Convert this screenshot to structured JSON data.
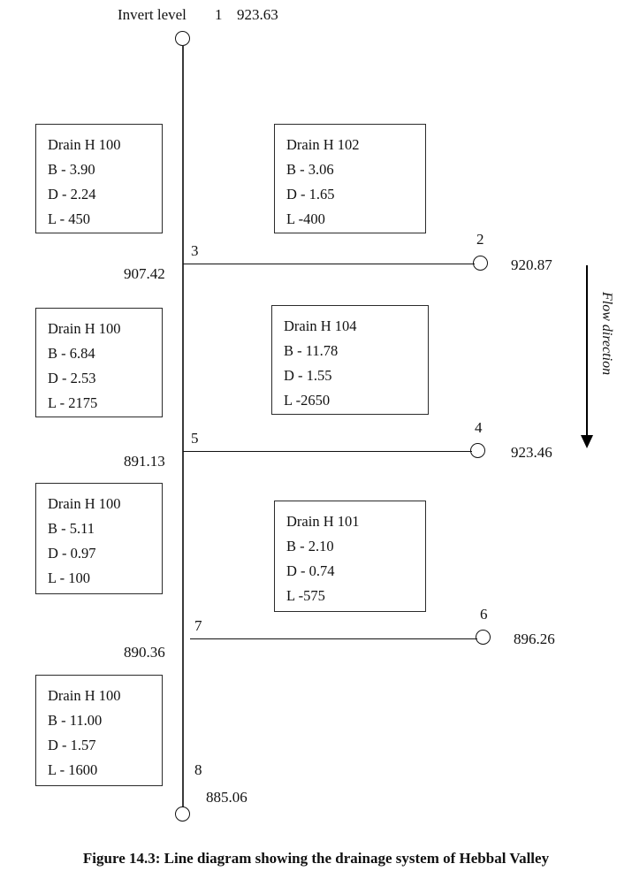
{
  "figure": {
    "caption": "Figure 14.3: Line diagram showing the drainage system of Hebbal  Valley",
    "header_label": "Invert level",
    "flow_direction_label": "Flow direction"
  },
  "trunk_nodes": [
    {
      "id": "1",
      "level": "923.63"
    },
    {
      "id": "3",
      "level": "907.42"
    },
    {
      "id": "5",
      "level": "891.13"
    },
    {
      "id": "7",
      "level": "890.36"
    },
    {
      "id": "8",
      "level": "885.06"
    }
  ],
  "branch_nodes": [
    {
      "id": "2",
      "level": "920.87"
    },
    {
      "id": "4",
      "level": "923.46"
    },
    {
      "id": "6",
      "level": "896.26"
    }
  ],
  "drain_boxes": [
    {
      "key": "left_1",
      "title": "Drain H 100",
      "b": "B - 3.90",
      "d": "D - 2.24",
      "l": "L - 450"
    },
    {
      "key": "right_1",
      "title": "Drain H 102",
      "b": "B - 3.06",
      "d": "D - 1.65",
      "l": "L -400"
    },
    {
      "key": "left_2",
      "title": "Drain H 100",
      "b": "B - 6.84",
      "d": "D - 2.53",
      "l": "L - 2175"
    },
    {
      "key": "right_2",
      "title": "Drain H 104",
      "b": "B - 11.78",
      "d": "D - 1.55",
      "l": "L -2650"
    },
    {
      "key": "left_3",
      "title": "Drain H 100",
      "b": "B - 5.11",
      "d": "D - 0.97",
      "l": "L - 100"
    },
    {
      "key": "right_3",
      "title": "Drain H 101",
      "b": "B - 2.10",
      "d": "D - 0.74",
      "l": "L -575"
    },
    {
      "key": "left_4",
      "title": "Drain H 100",
      "b": "B - 11.00",
      "d": "D - 1.57",
      "l": "L - 1600"
    }
  ]
}
